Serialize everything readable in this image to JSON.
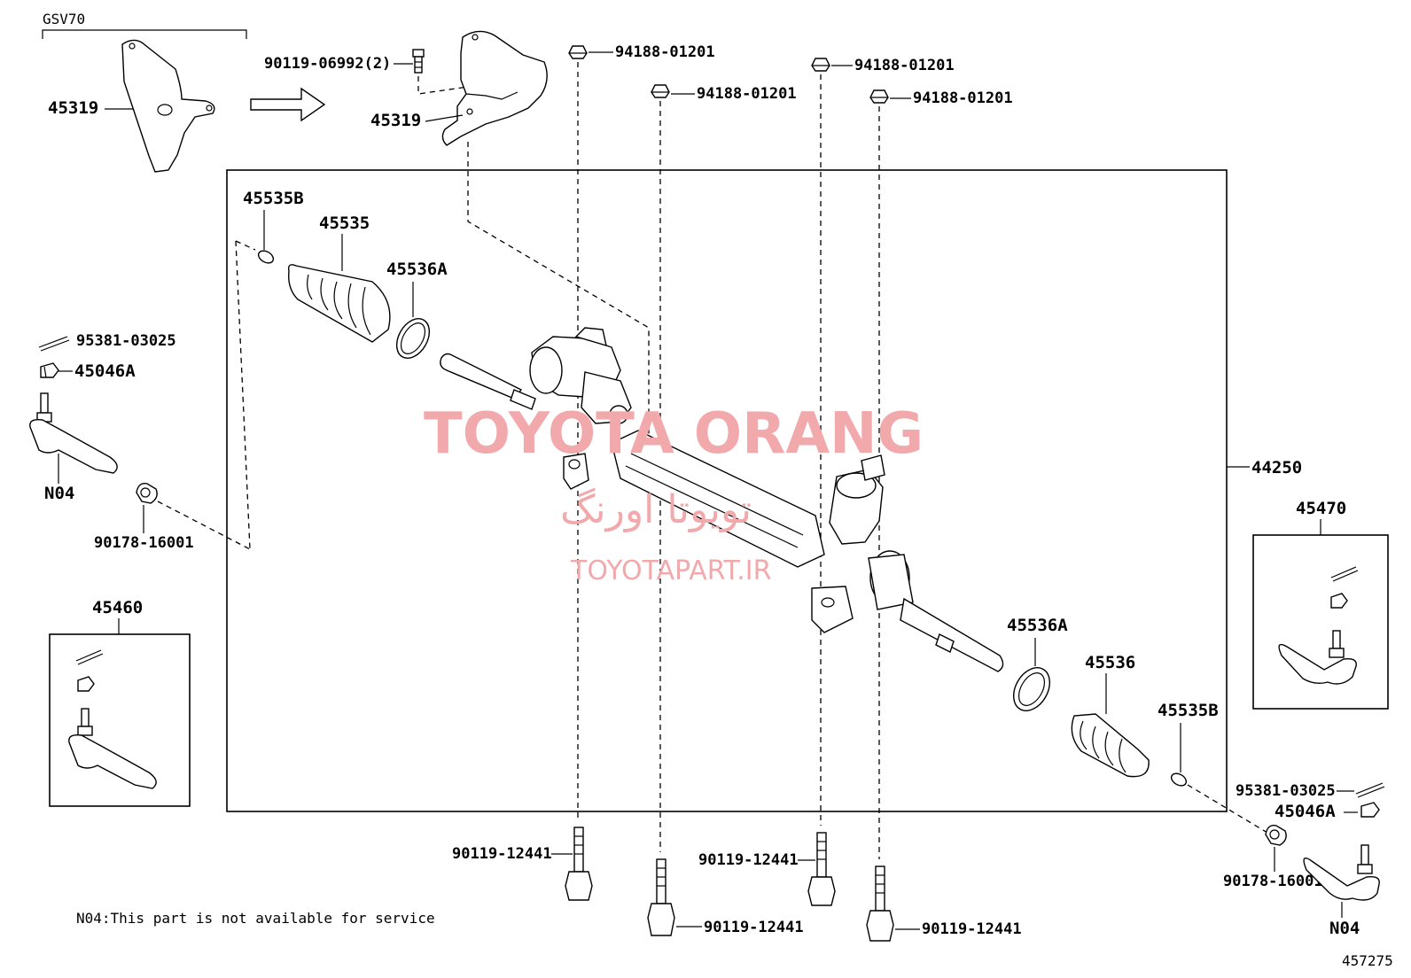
{
  "diagram": {
    "model_header": "GSV70",
    "figure_number": "457275",
    "note": "N04:This part is not available for service",
    "watermark": {
      "line1": "TOYOTA ORANG",
      "line2": "تویوتا اورنگ",
      "line3": "TOYOTAPART.IR"
    },
    "labels": {
      "p45319_left": "45319",
      "p45319_right": "45319",
      "p90119_06992": "90119-06992(2)",
      "p94188_a": "94188-01201",
      "p94188_b": "94188-01201",
      "p94188_c": "94188-01201",
      "p94188_d": "94188-01201",
      "p45535b_left": "45535B",
      "p45535": "45535",
      "p45536a_left": "45536A",
      "p95381_left": "95381-03025",
      "p45046a_left": "45046A",
      "n04_left": "N04",
      "p90178_left": "90178-16001",
      "p45460": "45460",
      "p44250": "44250",
      "p45470": "45470",
      "p45536a_right": "45536A",
      "p45536": "45536",
      "p45535b_right": "45535B",
      "p95381_right": "95381-03025",
      "p45046a_right": "45046A",
      "p90178_right": "90178-16001",
      "n04_right": "N04",
      "p90119_12441_a": "90119-12441",
      "p90119_12441_b": "90119-12441",
      "p90119_12441_c": "90119-12441",
      "p90119_12441_d": "90119-12441"
    }
  }
}
